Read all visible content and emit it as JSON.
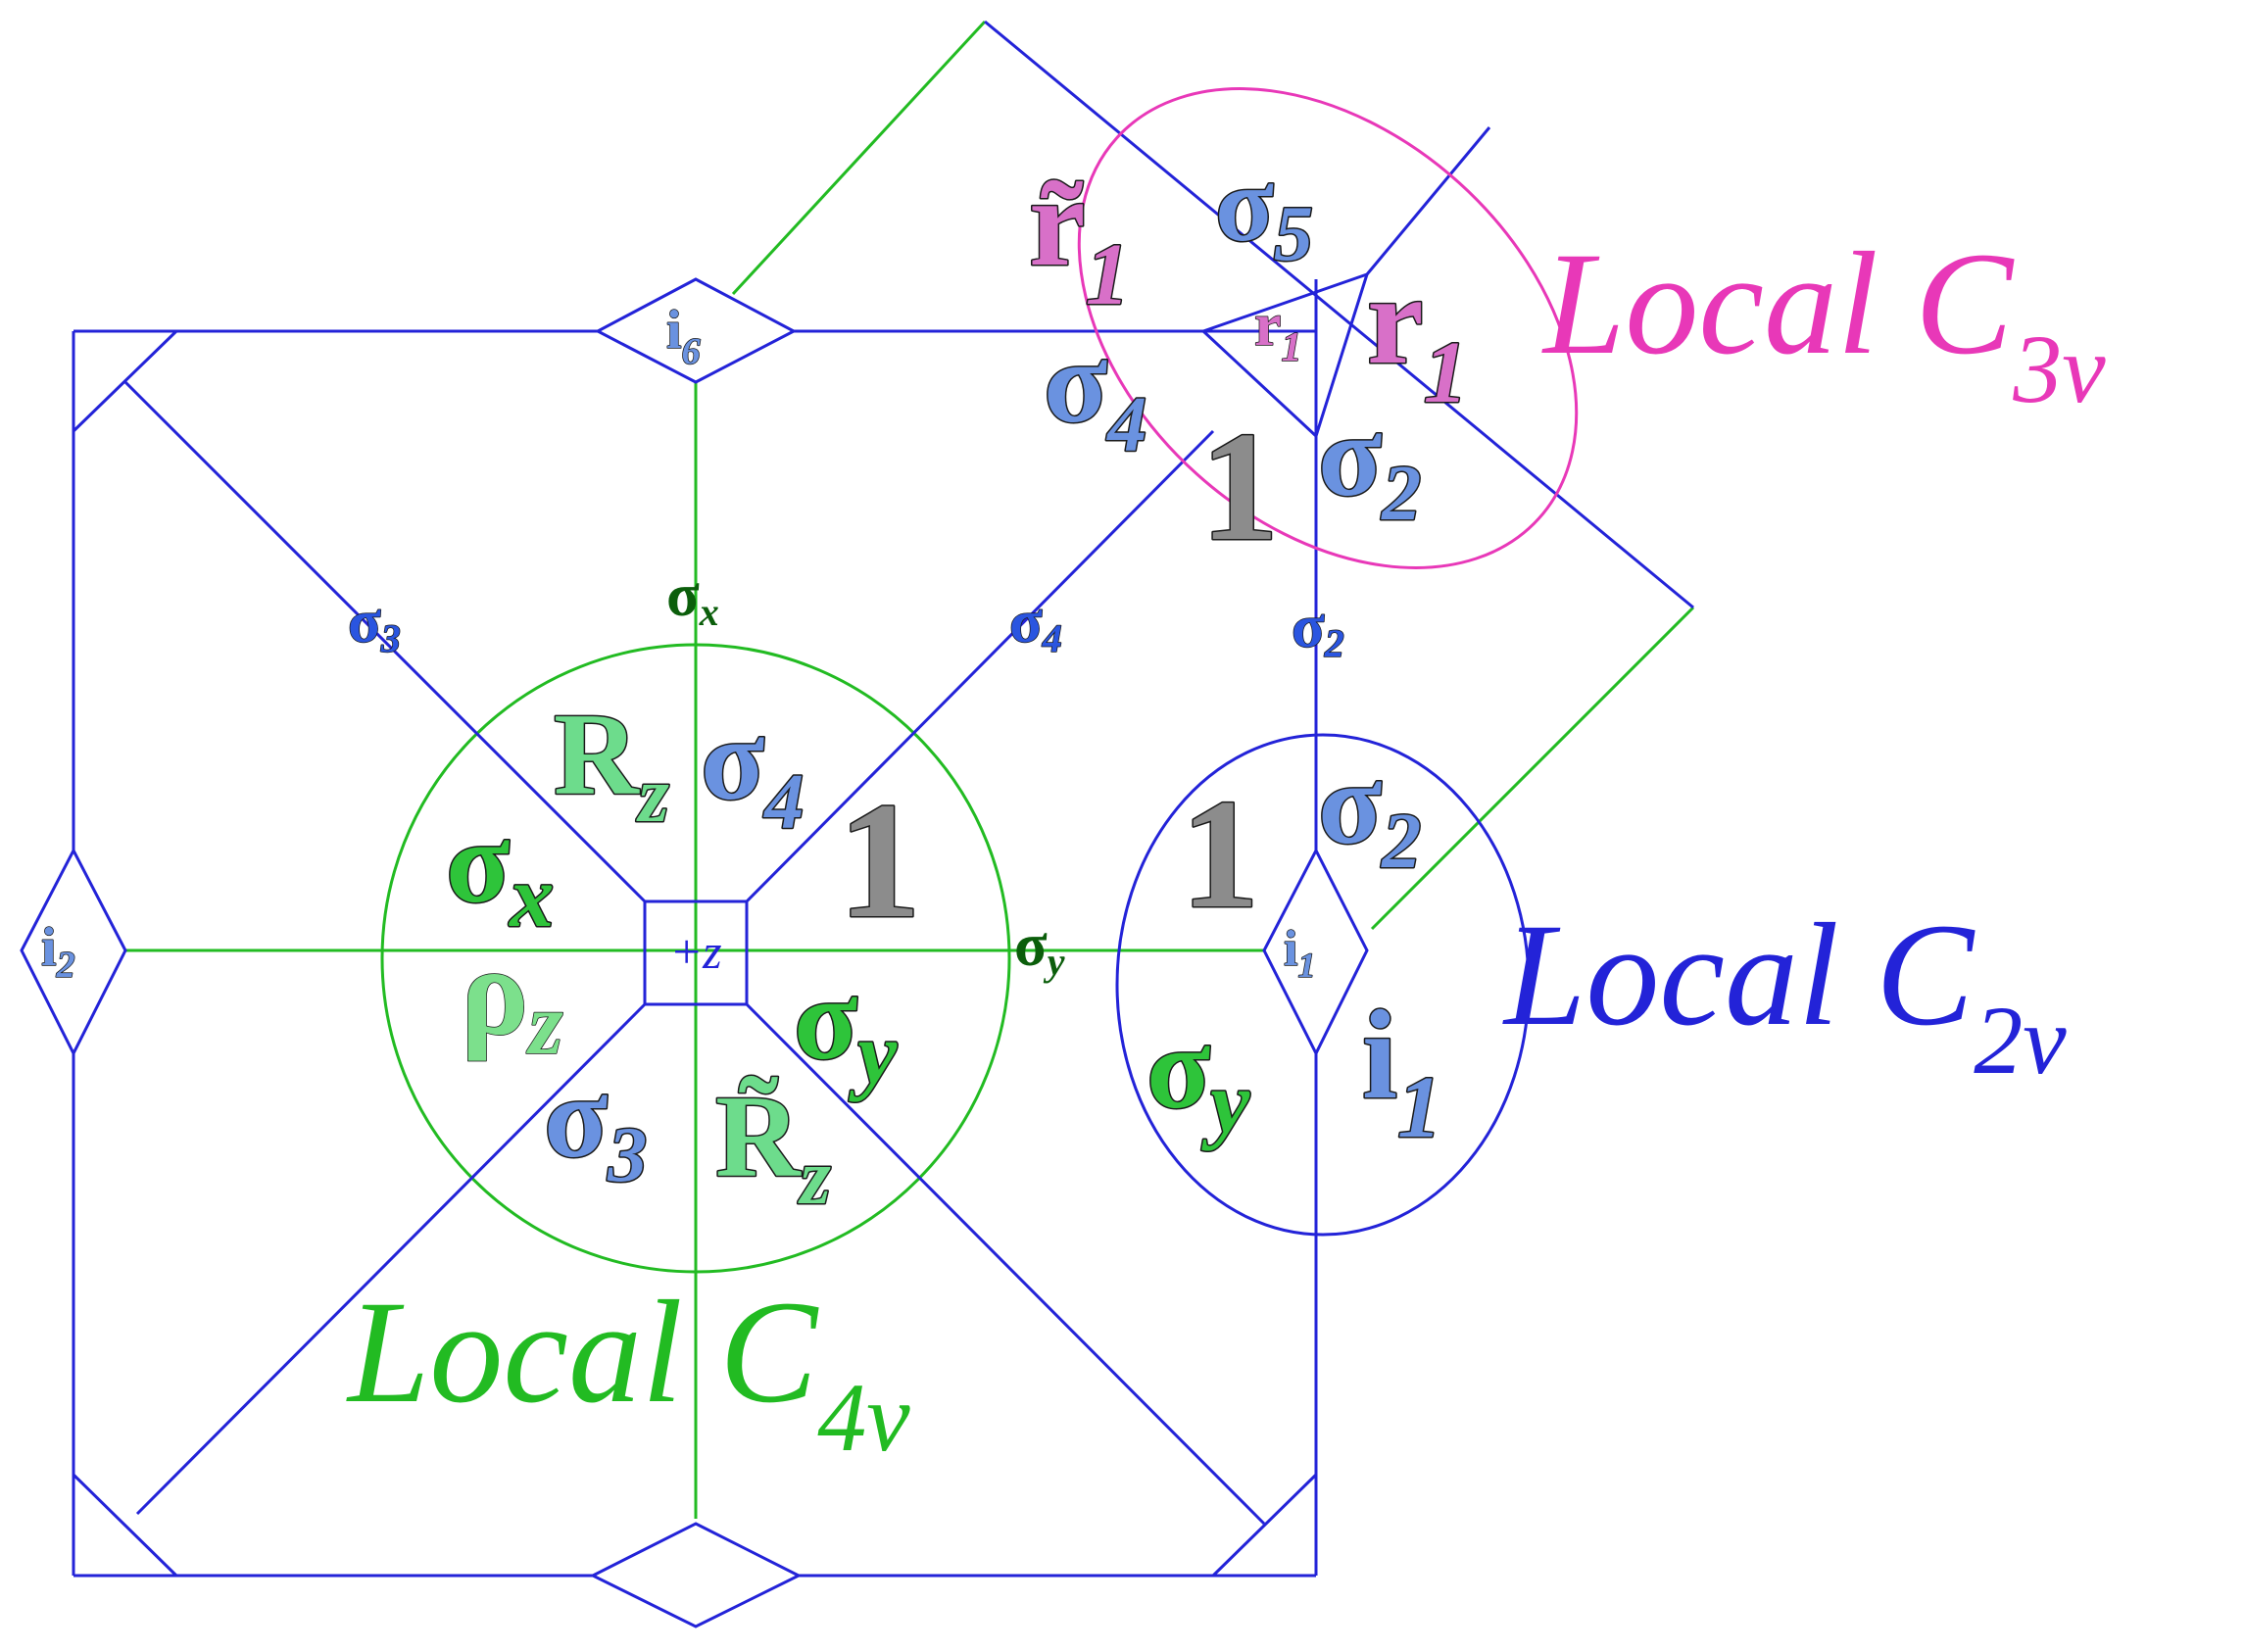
{
  "colors": {
    "blue": "#2323d8",
    "green": "#22bb22",
    "magenta": "#e838b8",
    "dark_green": "#0b5e0b",
    "sym_blue": "#5e8ee8",
    "sym_green": "#2ec43a",
    "sym_light_green": "#6ddc8c",
    "sym_magenta": "#d870c8",
    "sym_gray": "#8c8c8c"
  },
  "regions": {
    "c4v": {
      "prefix": "Local C",
      "sub": "4v"
    },
    "c2v": {
      "prefix": "Local C",
      "sub": "2v"
    },
    "c3v": {
      "prefix": "Local C",
      "sub": "3v"
    }
  },
  "center_box": "+z",
  "plane_labels": {
    "sigma3": {
      "sym": "σ",
      "sub": "3"
    },
    "sigma_x": {
      "sym": "σ",
      "sub": "x"
    },
    "sigma4": {
      "sym": "σ",
      "sub": "4"
    },
    "sigma2": {
      "sym": "σ",
      "sub": "2"
    },
    "sigma_y": {
      "sym": "σ",
      "sub": "y"
    }
  },
  "c4v_elements": {
    "Rz": {
      "sym": "R",
      "sub": "z"
    },
    "sigma4": {
      "sym": "σ",
      "sub": "4"
    },
    "one": "1",
    "sigma_x": {
      "sym": "σ",
      "sub": "x"
    },
    "rho_z": {
      "sym": "ρ",
      "sub": "z"
    },
    "sigma_y": {
      "sym": "σ",
      "sub": "y"
    },
    "sigma3": {
      "sym": "σ",
      "sub": "3"
    },
    "Rz_tilde": {
      "sym": "R̃",
      "sub": "z"
    }
  },
  "c2v_elements": {
    "one": "1",
    "sigma2": {
      "sym": "σ",
      "sub": "2"
    },
    "sigma_y": {
      "sym": "σ",
      "sub": "y"
    },
    "i1": {
      "sym": "i",
      "sub": "1"
    }
  },
  "c3v_elements": {
    "r1_tilde": {
      "sym": "r̃",
      "sub": "1"
    },
    "sigma5": {
      "sym": "σ",
      "sub": "5"
    },
    "r1_small": {
      "sym": "r",
      "sub": "1"
    },
    "r1": {
      "sym": "r",
      "sub": "1"
    },
    "sigma4": {
      "sym": "σ",
      "sub": "4"
    },
    "one": "1",
    "sigma2": {
      "sym": "σ",
      "sub": "2"
    }
  },
  "vertex_labels": {
    "i6": {
      "sym": "i",
      "sub": "6"
    },
    "i2": {
      "sym": "i",
      "sub": "2"
    },
    "i1": {
      "sym": "i",
      "sub": "1"
    }
  }
}
